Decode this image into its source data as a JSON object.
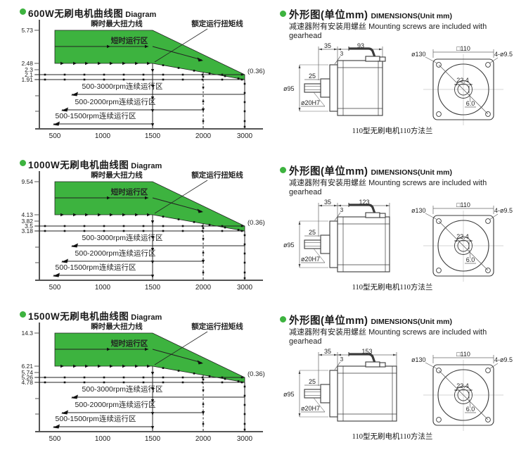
{
  "colors": {
    "green": "#3db33f",
    "axis": "#555555",
    "ink": "#222222"
  },
  "chart_data": [
    {
      "type": "area",
      "title_zh": "600W无刷电机曲线图",
      "title_en": "Diagram",
      "x_ticks": [
        "500",
        "1000",
        "1500",
        "2000",
        "3000"
      ],
      "y_ticks": [
        "5.73",
        "2.48",
        "2.3",
        "2.1",
        "1.91"
      ],
      "end_label": "(0.36)",
      "labels": {
        "peak_line": "瞬时最大扭力线",
        "short_zone": "短时运行区",
        "rated_line": "额定运行扭矩线",
        "zone_3000": "500-3000rpm连续运行区",
        "zone_2000": "500-2000rpm连续运行区",
        "zone_1500": "500-1500rpm连续运行区"
      },
      "series": [
        {
          "name": "瞬时最大扭力线",
          "points": [
            [
              500,
              5.73
            ],
            [
              1500,
              5.73
            ],
            [
              3000,
              2.1
            ]
          ]
        },
        {
          "name": "额定运行扭矩线",
          "points": [
            [
              500,
              2.48
            ],
            [
              1500,
              2.48
            ],
            [
              3000,
              1.91
            ]
          ]
        }
      ]
    },
    {
      "type": "area",
      "title_zh": "1000W无刷电机曲线图",
      "title_en": "Diagram",
      "x_ticks": [
        "500",
        "1000",
        "1500",
        "2000",
        "3000"
      ],
      "y_ticks": [
        "9.54",
        "4.13",
        "3.82",
        "3.5",
        "3.18"
      ],
      "end_label": "(0.36)",
      "labels": {
        "peak_line": "瞬时最大扭力线",
        "short_zone": "短时运行区",
        "rated_line": "额定运行扭矩线",
        "zone_3000": "500-3000rpm连续运行区",
        "zone_2000": "500-2000rpm连续运行区",
        "zone_1500": "500-1500rpm连续运行区"
      },
      "series": [
        {
          "name": "瞬时最大扭力线",
          "points": [
            [
              500,
              9.54
            ],
            [
              1500,
              9.54
            ],
            [
              3000,
              3.5
            ]
          ]
        },
        {
          "name": "额定运行扭矩线",
          "points": [
            [
              500,
              4.13
            ],
            [
              1500,
              4.13
            ],
            [
              3000,
              3.18
            ]
          ]
        }
      ]
    },
    {
      "type": "area",
      "title_zh": "1500W无刷电机曲线图",
      "title_en": "Diagram",
      "x_ticks": [
        "500",
        "1000",
        "1500",
        "2000",
        "3000"
      ],
      "y_ticks": [
        "14.3",
        "6.21",
        "5.74",
        "5.26",
        "4.78"
      ],
      "end_label": "(0.36)",
      "labels": {
        "peak_line": "瞬时最大扭力线",
        "short_zone": "短时运行区",
        "rated_line": "额定运行扭矩线",
        "zone_3000": "500-3000rpm连续运行区",
        "zone_2000": "500-2000rpm连续运行区",
        "zone_1500": "500-1500rpm连续运行区"
      },
      "series": [
        {
          "name": "瞬时最大扭力线",
          "points": [
            [
              500,
              14.3
            ],
            [
              1500,
              14.3
            ],
            [
              3000,
              5.26
            ]
          ]
        },
        {
          "name": "额定运行扭矩线",
          "points": [
            [
              500,
              6.21
            ],
            [
              1500,
              6.21
            ],
            [
              3000,
              4.78
            ]
          ]
        }
      ]
    }
  ],
  "dimension_sections": [
    {
      "heading_zh": "外形图(单位mm)",
      "heading_en": "DIMENSIONS(Unit mm)",
      "note_zh": "减速器附有安装用螺丝",
      "note_en": "Mounting screws are included with gearhead",
      "side_view": {
        "top_width": "35",
        "body_length": "93",
        "flange_thickness": "3",
        "shaft_length": "25",
        "body_diameter": "ø95",
        "shaft_spec": "ø20H7"
      },
      "front_view": {
        "square_size": "□110",
        "pilot_diameter": "ø130",
        "mounting_holes": "4-ø9.5",
        "boss_diameter": "22.4",
        "key_width": "6.0"
      },
      "caption": "110型无刷电机110方法兰"
    },
    {
      "heading_zh": "外形图(单位mm)",
      "heading_en": "DIMENSIONS(Unit mm)",
      "note_zh": "减速器附有安装用螺丝",
      "note_en": "Mounting screws are included with gearhead",
      "side_view": {
        "top_width": "35",
        "body_length": "123",
        "flange_thickness": "3",
        "shaft_length": "25",
        "body_diameter": "ø95",
        "shaft_spec": "ø20H7"
      },
      "front_view": {
        "square_size": "□110",
        "pilot_diameter": "ø130",
        "mounting_holes": "4-ø9.5",
        "boss_diameter": "22.4",
        "key_width": "6.0"
      },
      "caption": "110型无刷电机110方法兰"
    },
    {
      "heading_zh": "外形图(单位mm)",
      "heading_en": "DIMENSIONS(Unit mm)",
      "note_zh": "减速器附有安装用螺丝",
      "note_en": "Mounting screws are included with gearhead",
      "side_view": {
        "top_width": "35",
        "body_length": "153",
        "flange_thickness": "3",
        "shaft_length": "25",
        "body_diameter": "ø95",
        "shaft_spec": "ø20H7"
      },
      "front_view": {
        "square_size": "□110",
        "pilot_diameter": "ø130",
        "mounting_holes": "4-ø9.5",
        "boss_diameter": "22.4",
        "key_width": "6.0"
      },
      "caption": "110型无刷电机110方法兰"
    }
  ]
}
